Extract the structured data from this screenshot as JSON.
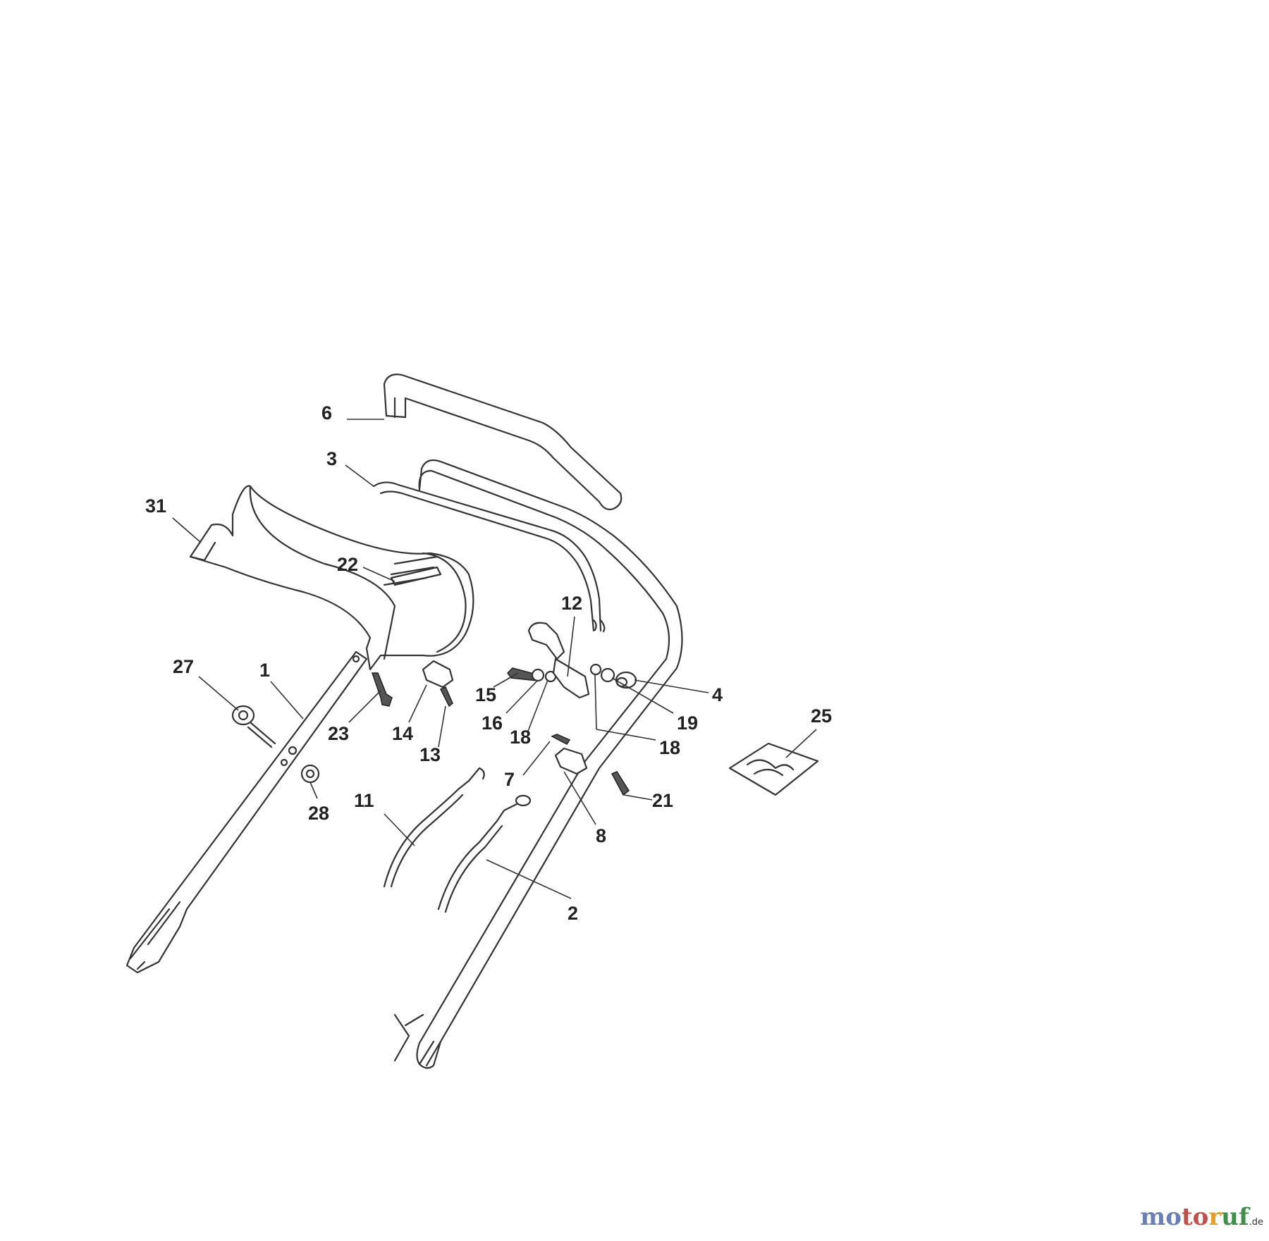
{
  "callouts": [
    {
      "id": "c1",
      "label": "1"
    },
    {
      "id": "c2",
      "label": "2"
    },
    {
      "id": "c3",
      "label": "3"
    },
    {
      "id": "c4",
      "label": "4"
    },
    {
      "id": "c6",
      "label": "6"
    },
    {
      "id": "c7",
      "label": "7"
    },
    {
      "id": "c8",
      "label": "8"
    },
    {
      "id": "c11",
      "label": "11"
    },
    {
      "id": "c12",
      "label": "12"
    },
    {
      "id": "c13",
      "label": "13"
    },
    {
      "id": "c14",
      "label": "14"
    },
    {
      "id": "c15",
      "label": "15"
    },
    {
      "id": "c16",
      "label": "16"
    },
    {
      "id": "c18a",
      "label": "18"
    },
    {
      "id": "c18b",
      "label": "18"
    },
    {
      "id": "c19",
      "label": "19"
    },
    {
      "id": "c21",
      "label": "21"
    },
    {
      "id": "c22",
      "label": "22"
    },
    {
      "id": "c23",
      "label": "23"
    },
    {
      "id": "c25",
      "label": "25"
    },
    {
      "id": "c27",
      "label": "27"
    },
    {
      "id": "c28",
      "label": "28"
    },
    {
      "id": "c31",
      "label": "31"
    }
  ],
  "watermark": {
    "part1": "mo",
    "part2": "to",
    "part3": "r",
    "part4": "uf",
    "tld": ".de"
  }
}
